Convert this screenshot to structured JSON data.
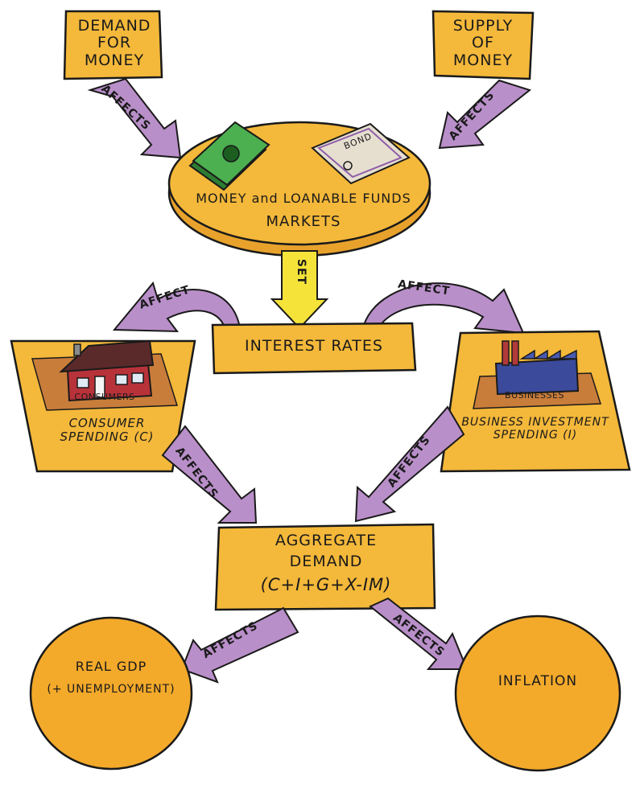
{
  "colors": {
    "box_fill": "#f4b83a",
    "box_stroke": "#1a1a1a",
    "arrow_purple": "#b98fc9",
    "arrow_yellow": "#f5e33a",
    "circle_fill": "#f3a92a",
    "money_green": "#4caf50"
  },
  "nodes": {
    "demand_for_money": "DEMAND FOR MONEY",
    "supply_of_money": "SUPPLY OF MONEY",
    "markets_line1": "MONEY and LOANABLE FUNDS",
    "markets_line2": "MARKETS",
    "bond_label": "BOND",
    "interest_rates": "INTEREST RATES",
    "consumers_tag": "CONSUMERS",
    "consumer_spending": "CONSUMER SPENDING (C)",
    "businesses_tag": "BUSINESSES",
    "business_investment": "BUSINESS INVESTMENT SPENDING (I)",
    "aggregate_line1": "AGGREGATE",
    "aggregate_line2": "DEMAND",
    "aggregate_line3": "(C+I+G+X-IM)",
    "real_gdp_line1": "REAL GDP",
    "real_gdp_line2": "(+ UNEMPLOYMENT)",
    "inflation": "INFLATION"
  },
  "arrows": {
    "demand_affects": "AFFECTS",
    "supply_affects": "AFFECTS",
    "set": "SET",
    "affect_left": "AFFECT",
    "affect_right": "AFFECT",
    "consumer_affects": "AFFECTS",
    "business_affects": "AFFECTS",
    "gdp_affects": "AFFECTS",
    "inflation_affects": "AFFECTS"
  }
}
